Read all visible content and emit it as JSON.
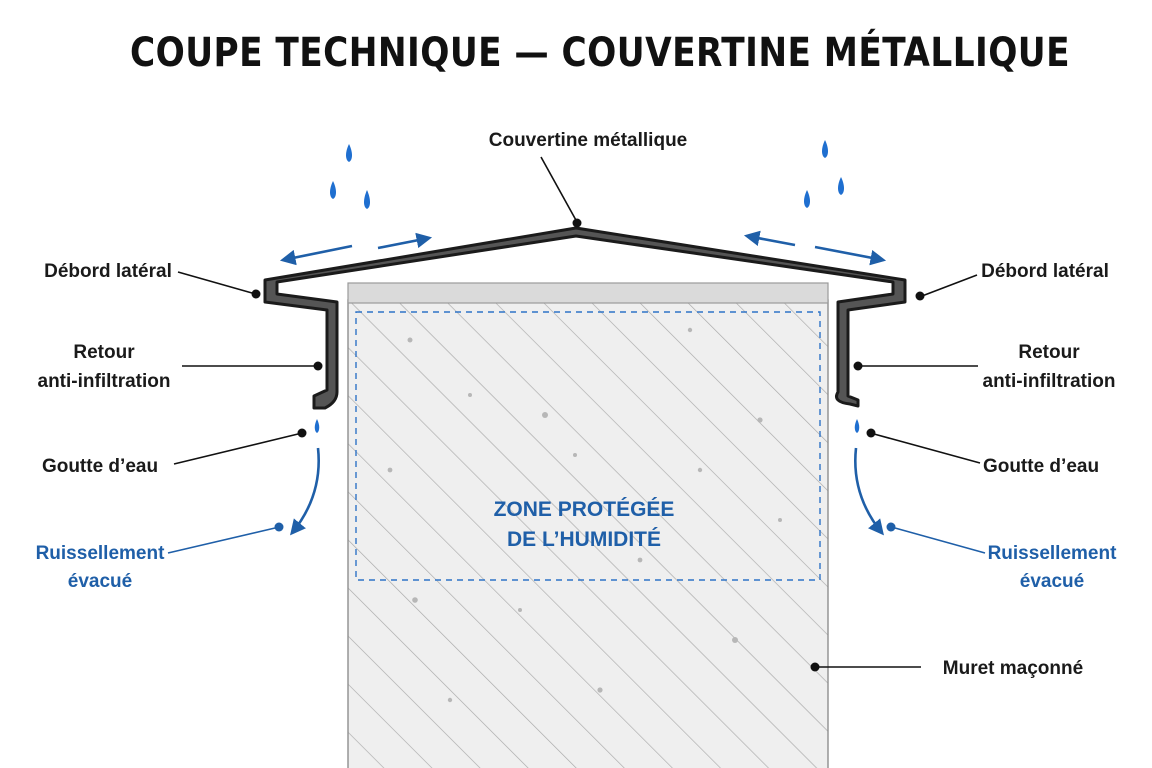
{
  "title": "COUPE TECHNIQUE — COUVERTINE MÉTALLIQUE",
  "labels": {
    "couvertine": "Couvertine métallique",
    "debord_left": "Débord latéral",
    "debord_right": "Débord latéral",
    "retour_left": [
      "Retour",
      "anti-infiltration"
    ],
    "retour_right": [
      "Retour",
      "anti-infiltration"
    ],
    "goutte_left": "Goutte d’eau",
    "goutte_right": "Goutte d’eau",
    "ruissellement_left": [
      "Ruissellement",
      "évacué"
    ],
    "ruissellement_right": [
      "Ruissellement",
      "évacué"
    ],
    "muret": "Muret maçonné",
    "zone": [
      "ZONE PROTÉGÉE",
      "DE L’HUMIDITÉ"
    ]
  },
  "colors": {
    "accent_blue": "#1f5fa8",
    "drop_blue": "#1f6fd0",
    "metal": "#555555",
    "masonry": "#efefef"
  }
}
